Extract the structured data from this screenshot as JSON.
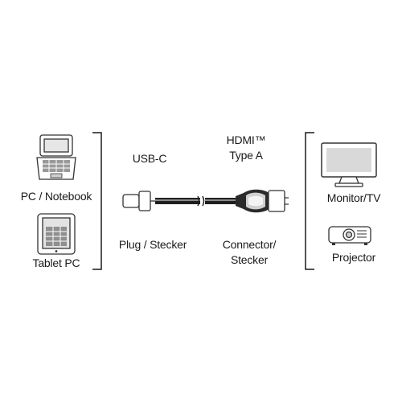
{
  "left": {
    "pc_label": "PC / Notebook",
    "tablet_label": "Tablet PC"
  },
  "cable": {
    "usb_label": "USB-C",
    "hdmi_line1": "HDMI™",
    "hdmi_line2": "Type A",
    "plug_label": "Plug / Stecker",
    "connector_line1": "Connector/",
    "connector_line2": "Stecker"
  },
  "right": {
    "monitor_label": "Monitor/TV",
    "projector_label": "Projector"
  },
  "icons": [
    "notebook-icon",
    "tablet-icon",
    "monitor-icon",
    "projector-icon",
    "usb-c-plug-icon",
    "hdmi-connector-icon"
  ],
  "colors": {
    "line": "#1a1a1a",
    "icon_stroke": "#333333",
    "icon_fill": "#c9c9c9",
    "background": "#ffffff"
  }
}
